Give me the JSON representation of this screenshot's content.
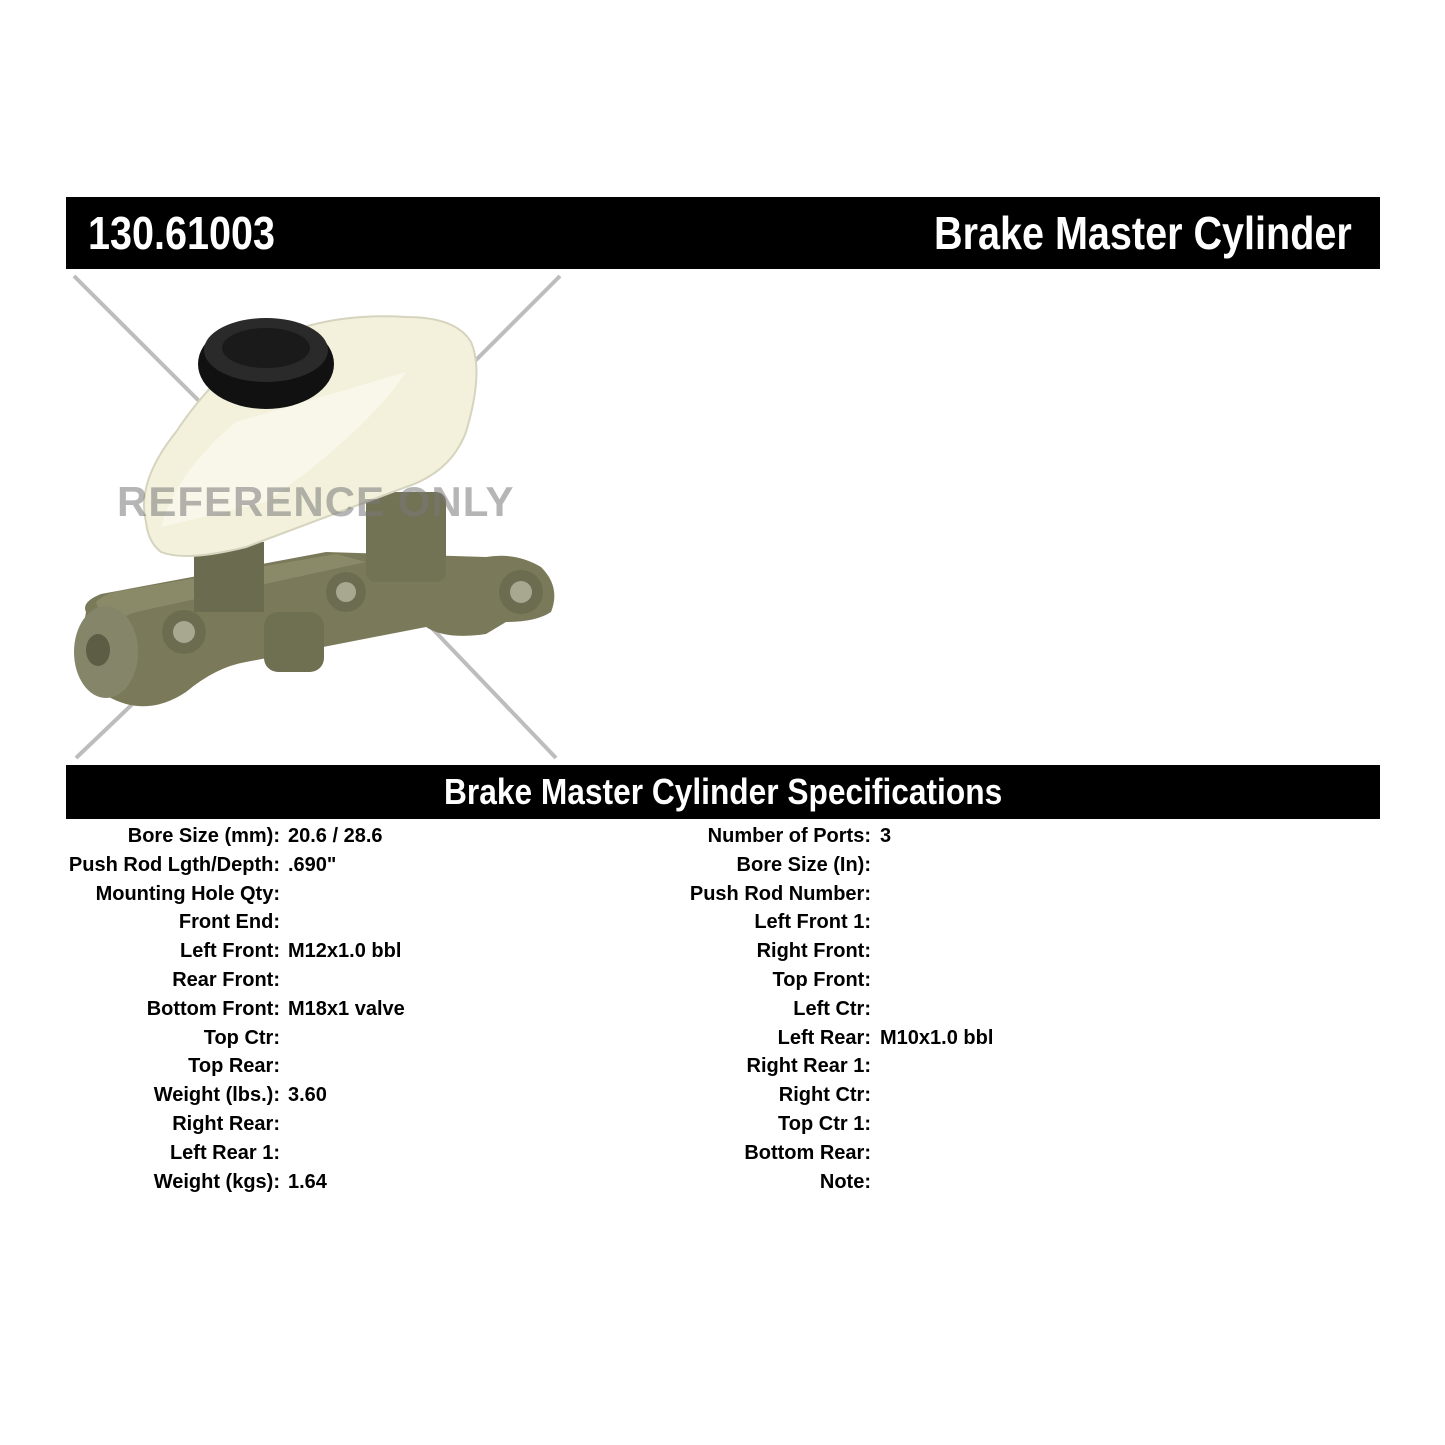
{
  "header": {
    "part_number": "130.61003",
    "product_title": "Brake Master Cylinder"
  },
  "image": {
    "watermark": "REFERENCE ONLY"
  },
  "specs": {
    "title": "Brake Master Cylinder Specifications",
    "left": [
      {
        "label": "Bore Size (mm):",
        "value": "20.6 / 28.6"
      },
      {
        "label": "Push Rod Lgth/Depth:",
        "value": ".690\""
      },
      {
        "label": "Mounting Hole Qty:",
        "value": ""
      },
      {
        "label": "Front End:",
        "value": ""
      },
      {
        "label": "Left Front:",
        "value": "M12x1.0 bbl"
      },
      {
        "label": "Rear Front:",
        "value": ""
      },
      {
        "label": "Bottom Front:",
        "value": "M18x1 valve"
      },
      {
        "label": "Top Ctr:",
        "value": ""
      },
      {
        "label": "Top Rear:",
        "value": ""
      },
      {
        "label": "Weight (lbs.):",
        "value": "3.60"
      },
      {
        "label": "Right Rear:",
        "value": ""
      },
      {
        "label": "Left Rear 1:",
        "value": ""
      },
      {
        "label": "Weight (kgs):",
        "value": "1.64"
      }
    ],
    "right": [
      {
        "label": "Number of Ports:",
        "value": "3"
      },
      {
        "label": "Bore Size (In):",
        "value": ""
      },
      {
        "label": "Push Rod Number:",
        "value": ""
      },
      {
        "label": "Left Front 1:",
        "value": ""
      },
      {
        "label": "Right Front:",
        "value": ""
      },
      {
        "label": "Top Front:",
        "value": ""
      },
      {
        "label": "Left Ctr:",
        "value": ""
      },
      {
        "label": "Left Rear:",
        "value": "M10x1.0 bbl"
      },
      {
        "label": "Right Rear 1:",
        "value": ""
      },
      {
        "label": "Right Ctr:",
        "value": ""
      },
      {
        "label": "Top Ctr 1:",
        "value": ""
      },
      {
        "label": "Bottom Rear:",
        "value": ""
      },
      {
        "label": "Note:",
        "value": ""
      }
    ]
  }
}
